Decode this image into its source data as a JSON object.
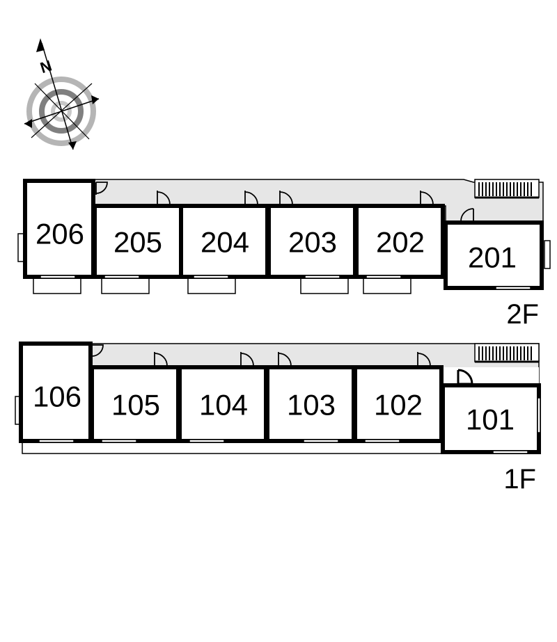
{
  "floors": [
    {
      "label": "2F",
      "units": [
        "206",
        "205",
        "204",
        "203",
        "202",
        "201"
      ]
    },
    {
      "label": "1F",
      "units": [
        "106",
        "105",
        "104",
        "103",
        "102",
        "101"
      ]
    }
  ],
  "compass": {
    "north_label": "N"
  }
}
